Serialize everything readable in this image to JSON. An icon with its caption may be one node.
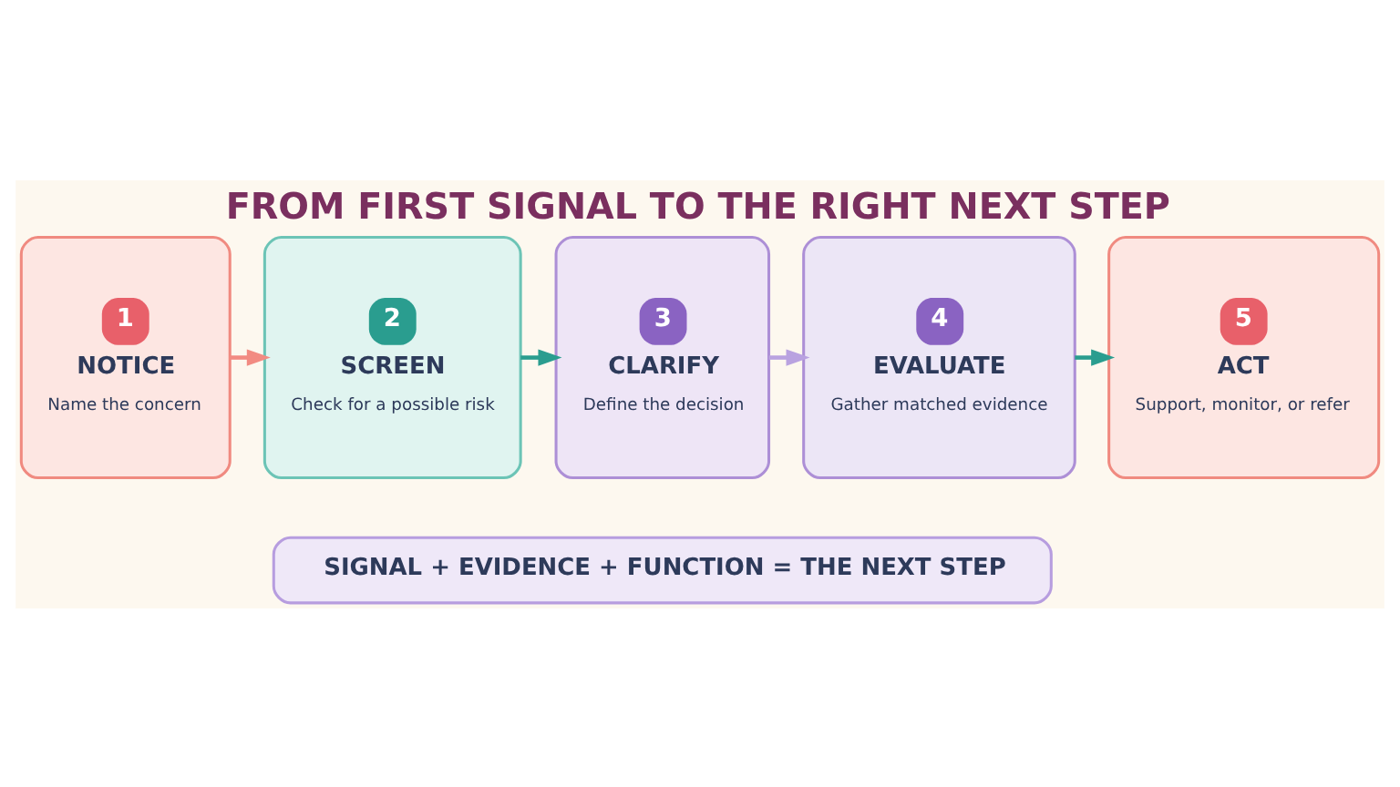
{
  "diagram": {
    "title": "FROM FIRST SIGNAL TO THE RIGHT NEXT STEP",
    "nodes": [
      {
        "text": [
          "1",
          "NOTICE",
          "Name the concern"
        ]
      },
      {
        "text": [
          "2",
          "SCREEN",
          "Check for a possible risk"
        ]
      },
      {
        "text": [
          "3",
          "CLARIFY",
          "Define the decision"
        ]
      },
      {
        "text": [
          "4",
          "EVALUATE",
          "Gather matched evidence"
        ]
      },
      {
        "text": [
          "5",
          "ACT",
          "Support, monitor, or refer"
        ]
      },
      {
        "text": [
          "SIGNAL + EVIDENCE + FUNCTION = THE NEXT STEP"
        ]
      }
    ],
    "edges": [
      {
        "from": 0,
        "to": 1,
        "arrow": "to",
        "color": "#f28b82"
      },
      {
        "from": 1,
        "to": 2,
        "arrow": "to"
      },
      {
        "from": 2,
        "to": 3,
        "arrow": "to",
        "color": "#b9a2e0"
      },
      {
        "from": 3,
        "to": 4,
        "arrow": "to"
      }
    ]
  }
}
